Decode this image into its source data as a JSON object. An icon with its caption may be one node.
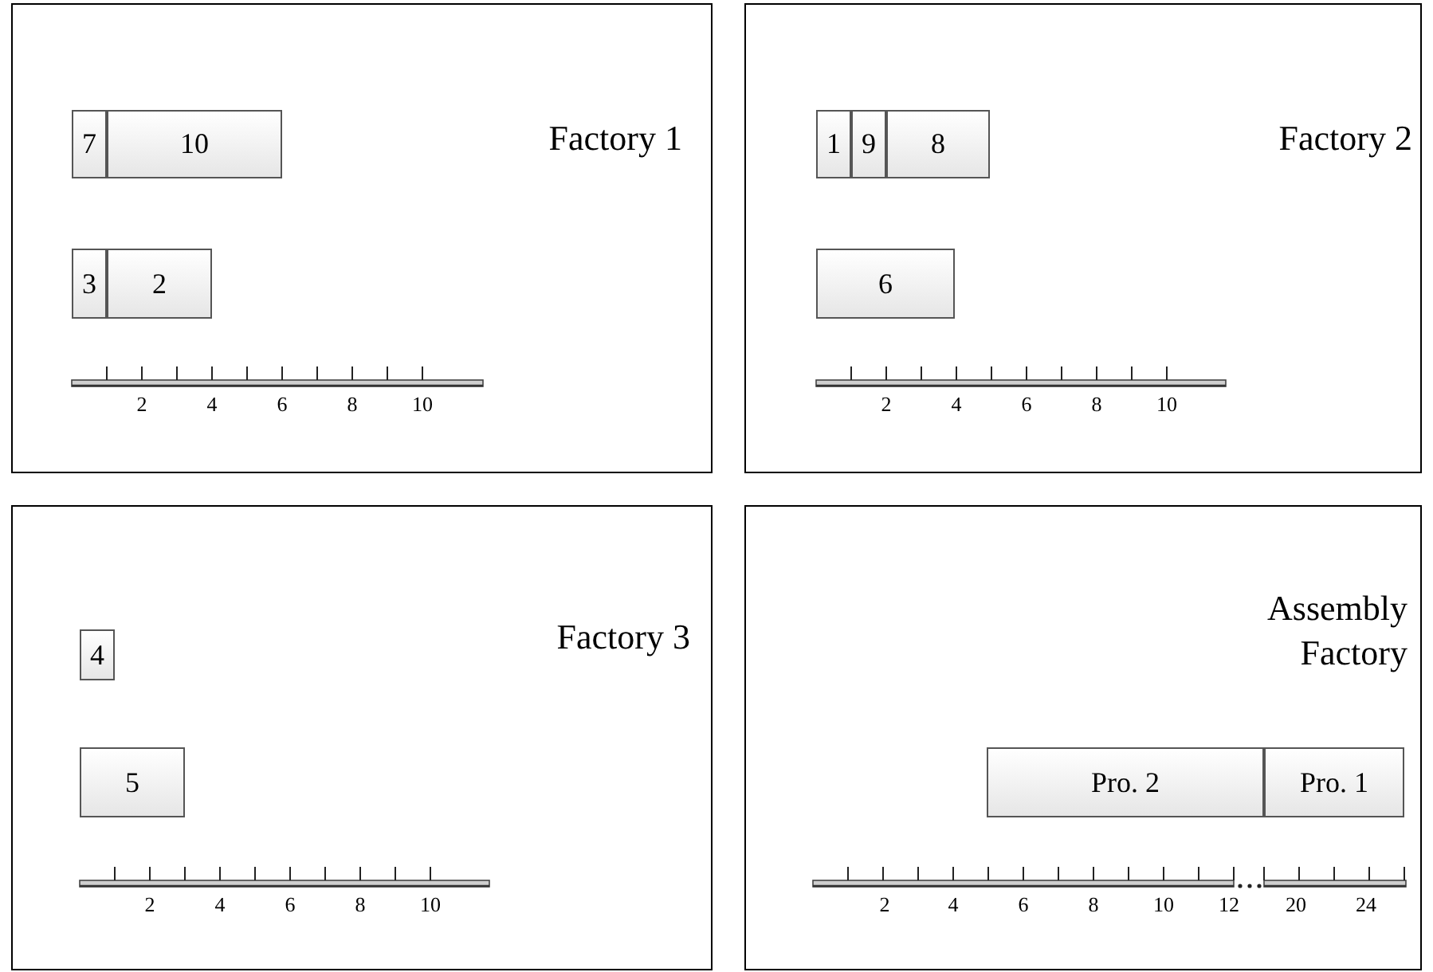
{
  "diagram": {
    "nodes": [
      {
        "text": [
          "Factory 1"
        ]
      },
      {
        "text": [
          "7"
        ],
        "in": 0
      },
      {
        "text": [
          "10"
        ],
        "in": 0
      },
      {
        "text": [
          "3"
        ],
        "in": 0
      },
      {
        "text": [
          "2"
        ],
        "in": 0
      },
      {
        "text": [
          "Factory 2"
        ]
      },
      {
        "text": [
          "1"
        ],
        "in": 5
      },
      {
        "text": [
          "9"
        ],
        "in": 5
      },
      {
        "text": [
          "8"
        ],
        "in": 5
      },
      {
        "text": [
          "6"
        ],
        "in": 5
      },
      {
        "text": [
          "Factory 3"
        ]
      },
      {
        "text": [
          "4"
        ],
        "in": 10
      },
      {
        "text": [
          "5"
        ],
        "in": 10
      },
      {
        "text": [
          "Assembly Factory"
        ]
      },
      {
        "text": [
          "Pro. 2"
        ],
        "in": 13
      },
      {
        "text": [
          "Pro. 1"
        ],
        "in": 13
      }
    ],
    "labels": [
      "2",
      "4",
      "6",
      "8",
      "10",
      "2",
      "4",
      "6",
      "8",
      "10",
      "2",
      "4",
      "6",
      "8",
      "10",
      "2",
      "4",
      "6",
      "8",
      "10",
      "12",
      "20",
      "24"
    ]
  }
}
